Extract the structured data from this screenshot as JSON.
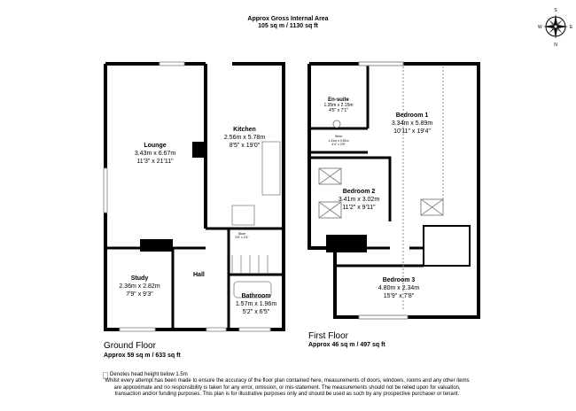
{
  "header": {
    "title": "Approx Gross Internal Area",
    "area": "105 sq m / 1130 sq ft"
  },
  "compass": {
    "icon": "compass-rose-icon",
    "letters": [
      "N",
      "E",
      "S",
      "W"
    ]
  },
  "ground_floor": {
    "label": "Ground Floor",
    "area": "Approx 59 sq m / 633 sq ft",
    "rooms": [
      {
        "name": "Lounge",
        "metric": "3.43m x 6.67m",
        "imperial": "11'3\" x 21'11\""
      },
      {
        "name": "Kitchen",
        "metric": "2.56m x 5.78m",
        "imperial": "8'5\" x 19'0\""
      },
      {
        "name": "Study",
        "metric": "2.36m x 2.82m",
        "imperial": "7'9\" x 9'3\""
      },
      {
        "name": "Hall",
        "metric": "",
        "imperial": ""
      },
      {
        "name": "Bathroom",
        "metric": "1.57m x 1.96m",
        "imperial": "5'2\" x 6'5\""
      },
      {
        "name": "Store",
        "metric": "",
        "imperial": "2'6\" x 2'4\""
      }
    ]
  },
  "first_floor": {
    "label": "First Floor",
    "area": "Approx 46 sq m / 497 sq ft",
    "rooms": [
      {
        "name": "En-suite",
        "metric": "1.35m x 2.15m",
        "imperial": "4'5\" x 7'1\""
      },
      {
        "name": "Bedroom 1",
        "metric": "3.34m x 5.89m",
        "imperial": "10'11\" x 19'4\""
      },
      {
        "name": "Store",
        "metric": "1.31m x 0.81m",
        "imperial": "4'4\" x 2'8\""
      },
      {
        "name": "Bedroom 2",
        "metric": "3.41m x 3.02m",
        "imperial": "11'2\" x 9'11\""
      },
      {
        "name": "Bedroom 3",
        "metric": "4.80m x 2.34m",
        "imperial": "15'9\" x 7'8\""
      }
    ]
  },
  "legend": {
    "text": "Denotes head height below 1.5m"
  },
  "disclaimer": "Whilst every attempt has been made to ensure the accuracy of the floor plan contained here, measurements of doors, windows, rooms and any other items are approximate and no responsibility is taken for any error, omission, or mis-statement. The measurements should not be relied upon for valuation, transaction and/or funding purposes. This plan is for illustrative purposes only and should be used as such by any prospective purchaser or tenant."
}
